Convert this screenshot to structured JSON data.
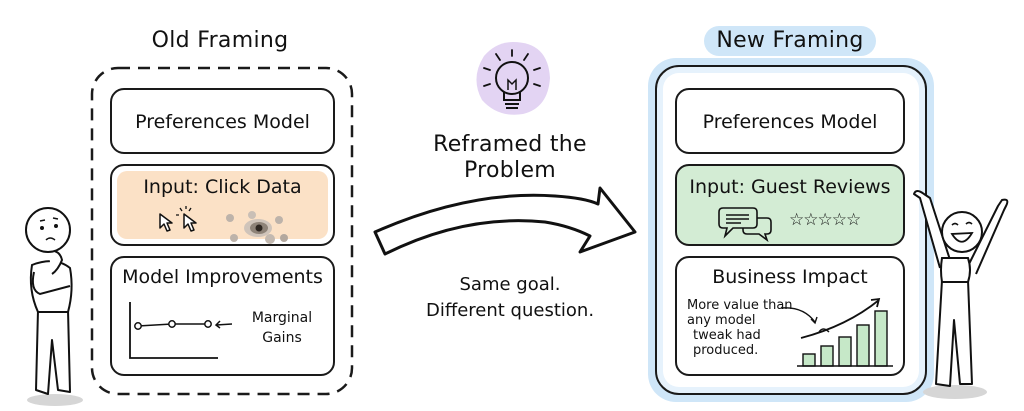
{
  "old_framing": {
    "title": "Old Framing",
    "cards": {
      "preferences": "Preferences Model",
      "input": "Input: Click Data",
      "improvements": "Model Improvements",
      "annotation_line1": "Marginal",
      "annotation_line2": "Gains"
    },
    "input_color": "#fbe1c6",
    "border_style": "dashed"
  },
  "center": {
    "heading_line1": "Reframed the",
    "heading_line2": "Problem",
    "caption_line1": "Same goal.",
    "caption_line2": "Different question.",
    "bulb_bg_color": "#e3d4f3"
  },
  "new_framing": {
    "title": "New Framing",
    "title_bg_color": "#cfe6f8",
    "frame_color": "#cfe6f8",
    "cards": {
      "preferences": "Preferences Model",
      "input": "Input: Guest Reviews",
      "stars": "☆☆☆☆☆",
      "impact": "Business Impact",
      "note_line1": "More value than",
      "note_line2": "any model",
      "note_line3": "tweak had",
      "note_line4": "produced."
    },
    "input_color": "#d3ecd4",
    "bar_color": "#c6e8c8"
  },
  "figures": {
    "left": "thinking-person",
    "right": "celebrating-person"
  }
}
